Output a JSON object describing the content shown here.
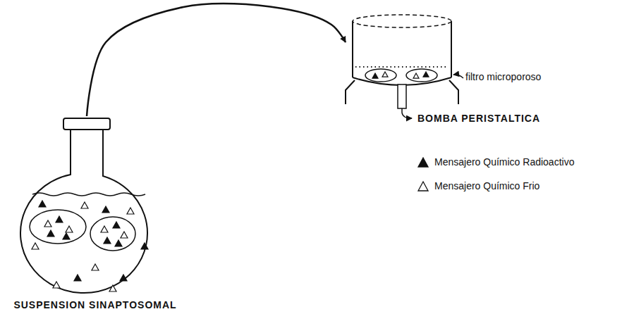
{
  "diagram": {
    "nodes": [
      {
        "text": [
          "SUSPENSION SINAPTOSOMAL"
        ]
      },
      {
        "text": [
          "filtro microporoso"
        ]
      }
    ],
    "edges": [
      {
        "from": 0,
        "to": 1,
        "arrow": "to"
      }
    ],
    "labels": [
      "BOMBA PERISTALTICA"
    ],
    "legend": [
      {
        "text": "Mensajero Químico Radioactivo"
      },
      {
        "text": "Mensajero Químico Frio"
      }
    ]
  }
}
